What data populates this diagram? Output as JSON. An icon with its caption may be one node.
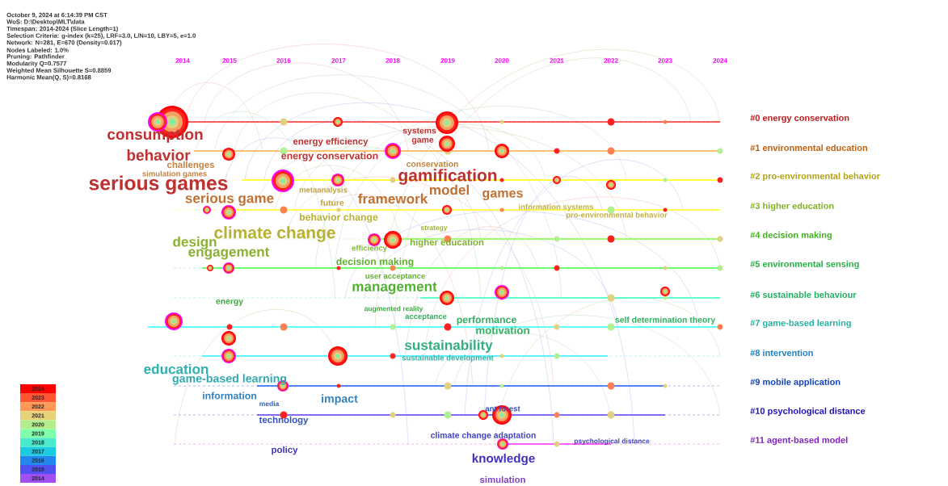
{
  "diagram": {
    "labels": [
      "October 9, 2024 at 6:14:39 PM CST",
      "WoS: D:\\Desktop\\MLT\\data",
      "Timespan: 2014-2024 (Slice Length=1)",
      "Selection Criteria: g-index (k=25), LRF=3.0, L/N=10, LBY=5, e=1.0",
      "Network: N=281, E=670 (Density=0.017)",
      "Nodes Labeled: 1.0%",
      "Pruning: Pathfinder",
      "Modularity Q=0.7577",
      "Weighted Mean Silhouette S=0.8859",
      "Harmonic Mean(Q, S)=0.8168",
      "2014",
      "2015",
      "2016",
      "2017",
      "2018",
      "2019",
      "2020",
      "2021",
      "2022",
      "2023",
      "2024",
      "systems",
      "consumption",
      "game",
      "energy efficiency",
      "behavior",
      "energy conservation",
      "conservation",
      "challenges",
      "simulation games",
      "gamification",
      "serious games",
      "metaanalysis",
      "model",
      "games",
      "serious game",
      "framework",
      "future",
      "information systems",
      "behavior change",
      "pro-environmental behavior",
      "strategy",
      "climate change",
      "design",
      "higher education",
      "efficiency",
      "engagement",
      "decision making",
      "user acceptance",
      "management",
      "energy",
      "augmented reality",
      "acceptance",
      "performance",
      "self determination theory",
      "motivation",
      "sustainability",
      "sustainable development",
      "education",
      "game-based learning",
      "information",
      "impact",
      "media",
      "ant forest",
      "technology",
      "climate change adaptation",
      "psychological distance",
      "policy",
      "knowledge",
      "simulation",
      "#0 energy conservation",
      "#1 environmental education",
      "#2 pro-environmental behavior",
      "#3 higher education",
      "#4 decision making",
      "#5 environmental sensing",
      "#6 sustainable behaviour",
      "#7 game-based learning",
      "#8 intervention",
      "#9 mobile application",
      "#10 psychological distance",
      "#11 agent-based model"
    ],
    "legend": [
      {
        "text": "2024",
        "color": "#ff0000"
      },
      {
        "text": "2023",
        "color": "#ff5533"
      },
      {
        "text": "2022",
        "color": "#ff9955"
      },
      {
        "text": "2021",
        "color": "#e6d27a"
      },
      {
        "text": "2020",
        "color": "#b4ee8c"
      },
      {
        "text": "2019",
        "color": "#7fffaa"
      },
      {
        "text": "2018",
        "color": "#4aeacc"
      },
      {
        "text": "2017",
        "color": "#19cce0"
      },
      {
        "text": "2016",
        "color": "#2288ee"
      },
      {
        "text": "2015",
        "color": "#5050f0"
      },
      {
        "text": "2014",
        "color": "#a050f0"
      }
    ]
  }
}
